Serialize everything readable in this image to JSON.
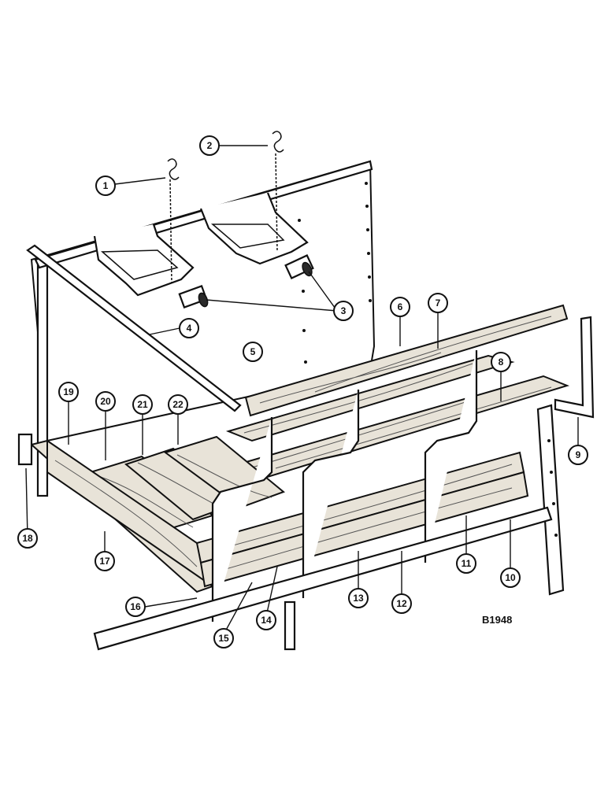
{
  "diagram": {
    "reference_code": "B1948",
    "callouts": [
      "1",
      "2",
      "3",
      "4",
      "5",
      "6",
      "7",
      "8",
      "9",
      "10",
      "11",
      "12",
      "13",
      "14",
      "15",
      "16",
      "17",
      "18",
      "19",
      "20",
      "21",
      "22"
    ]
  }
}
